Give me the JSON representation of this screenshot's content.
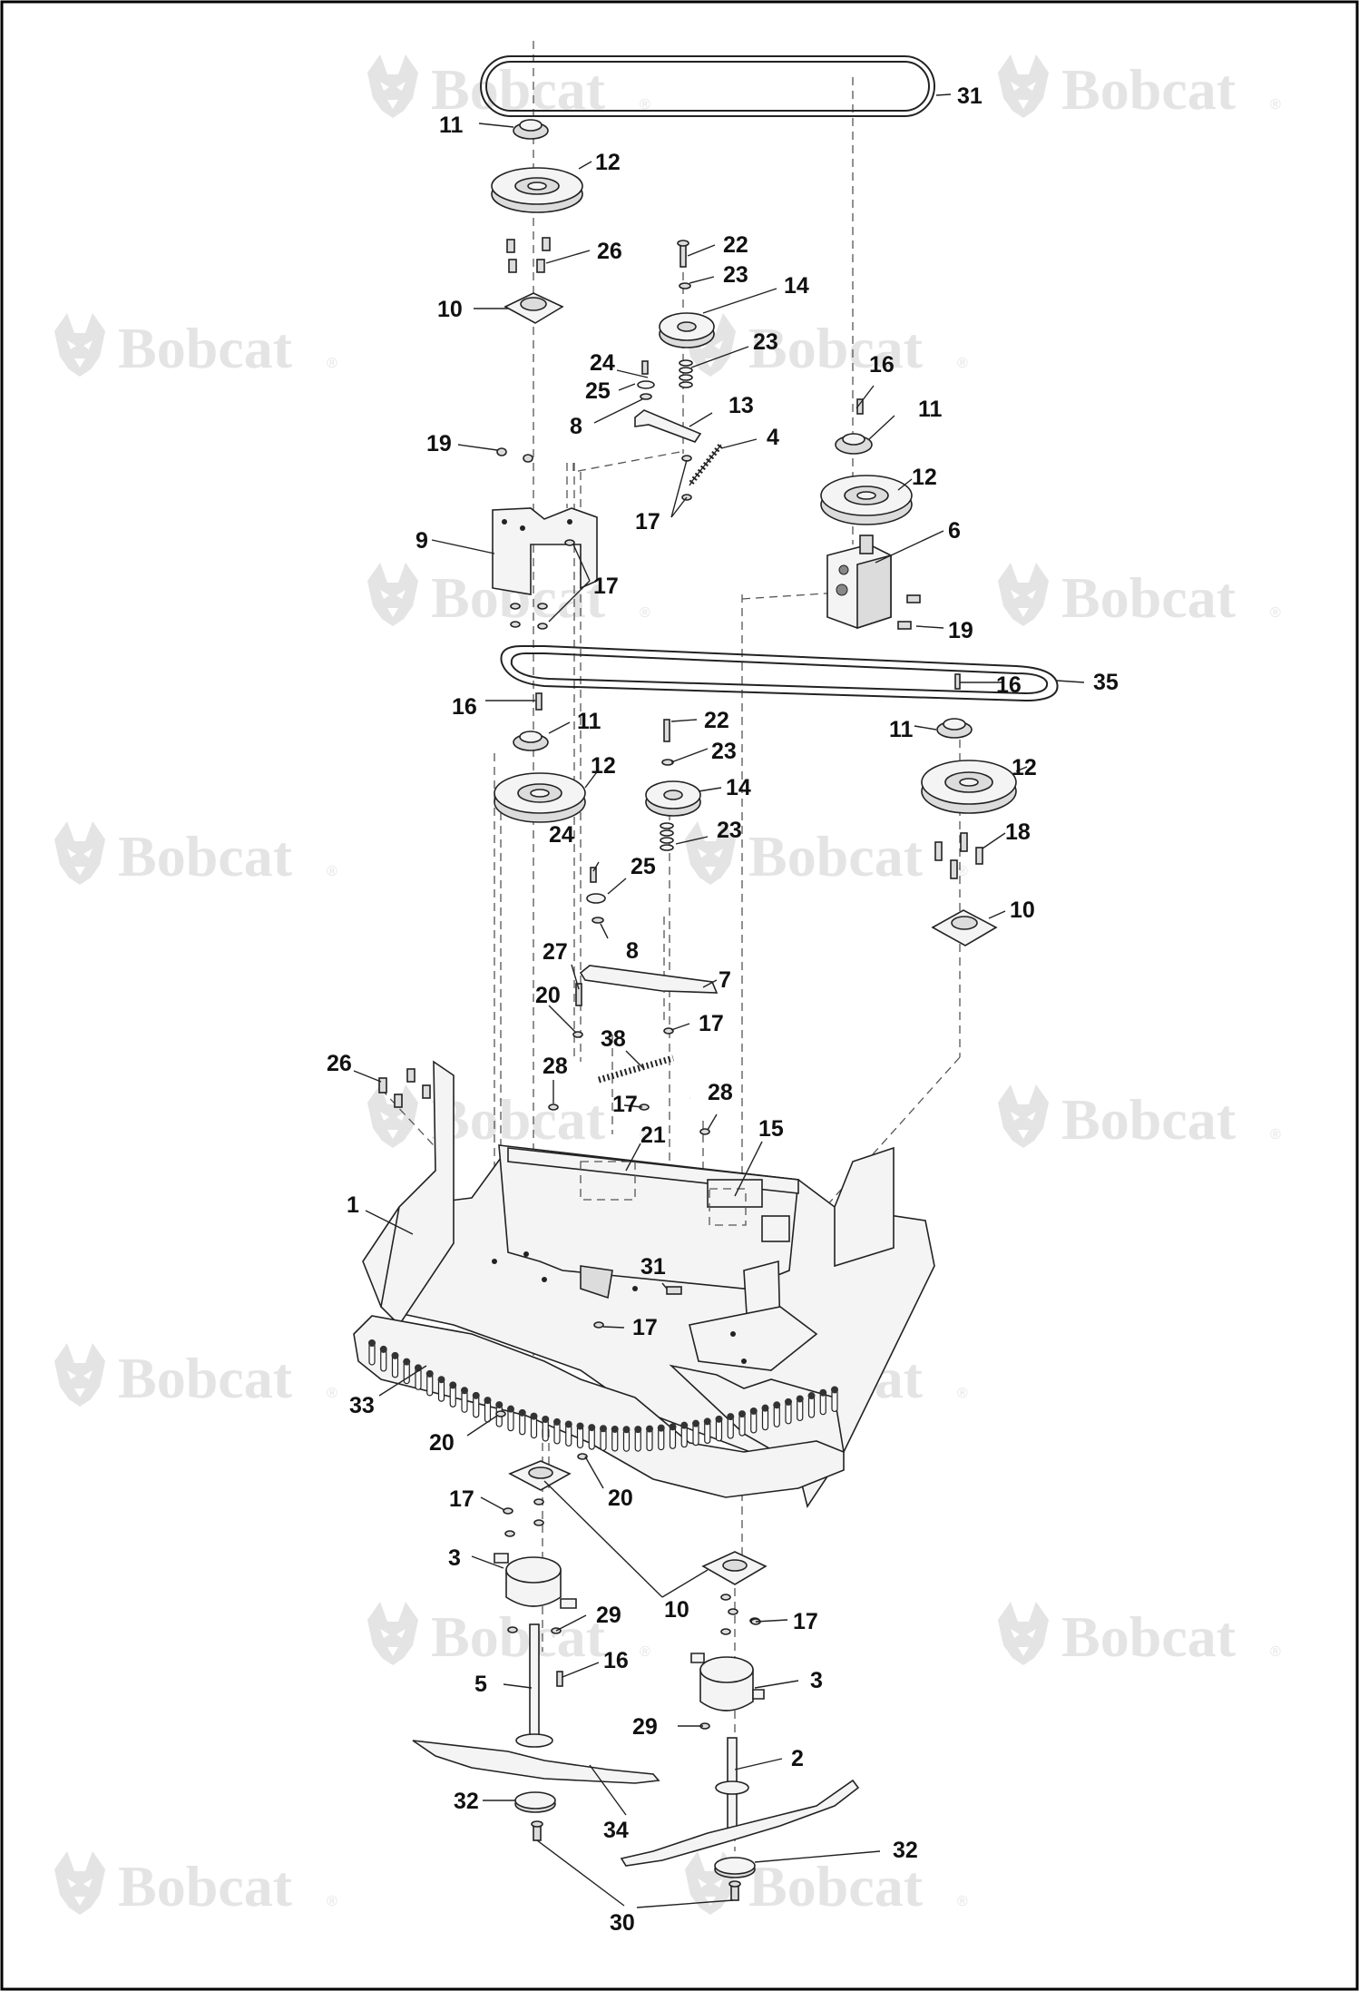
{
  "watermark": {
    "text": "Bobcat",
    "mark": "®",
    "logo_icon": "bobcat-head-icon"
  },
  "callouts": [
    {
      "id": "c31a",
      "text": "31"
    },
    {
      "id": "c11a",
      "text": "11"
    },
    {
      "id": "c12a",
      "text": "12"
    },
    {
      "id": "c26a",
      "text": "26"
    },
    {
      "id": "c10a",
      "text": "10"
    },
    {
      "id": "c22a",
      "text": "22"
    },
    {
      "id": "c23a",
      "text": "23"
    },
    {
      "id": "c14a",
      "text": "14"
    },
    {
      "id": "c23b",
      "text": "23"
    },
    {
      "id": "c24a",
      "text": "24"
    },
    {
      "id": "c25a",
      "text": "25"
    },
    {
      "id": "c13a",
      "text": "13"
    },
    {
      "id": "c8a",
      "text": "8"
    },
    {
      "id": "c4a",
      "text": "4"
    },
    {
      "id": "c19a",
      "text": "19"
    },
    {
      "id": "c17a",
      "text": "17"
    },
    {
      "id": "c16a",
      "text": "16"
    },
    {
      "id": "c11b",
      "text": "11"
    },
    {
      "id": "c12b",
      "text": "12"
    },
    {
      "id": "c9a",
      "text": "9"
    },
    {
      "id": "c17b",
      "text": "17"
    },
    {
      "id": "c6a",
      "text": "6"
    },
    {
      "id": "c19b",
      "text": "19"
    },
    {
      "id": "c35a",
      "text": "35"
    },
    {
      "id": "c16b",
      "text": "16"
    },
    {
      "id": "c16c",
      "text": "16"
    },
    {
      "id": "c11c",
      "text": "11"
    },
    {
      "id": "c22b",
      "text": "22"
    },
    {
      "id": "c23c",
      "text": "23"
    },
    {
      "id": "c11d",
      "text": "11"
    },
    {
      "id": "c12c",
      "text": "12"
    },
    {
      "id": "c14b",
      "text": "14"
    },
    {
      "id": "c12d",
      "text": "12"
    },
    {
      "id": "c24b",
      "text": "24"
    },
    {
      "id": "c23d",
      "text": "23"
    },
    {
      "id": "c18a",
      "text": "18"
    },
    {
      "id": "c25b",
      "text": "25"
    },
    {
      "id": "c10b",
      "text": "10"
    },
    {
      "id": "c8b",
      "text": "8"
    },
    {
      "id": "c27a",
      "text": "27"
    },
    {
      "id": "c7a",
      "text": "7"
    },
    {
      "id": "c20a",
      "text": "20"
    },
    {
      "id": "c17c",
      "text": "17"
    },
    {
      "id": "c38a",
      "text": "38"
    },
    {
      "id": "c26b",
      "text": "26"
    },
    {
      "id": "c28a",
      "text": "28"
    },
    {
      "id": "c17d",
      "text": "17"
    },
    {
      "id": "c28b",
      "text": "28"
    },
    {
      "id": "c21a",
      "text": "21"
    },
    {
      "id": "c15a",
      "text": "15"
    },
    {
      "id": "c1a",
      "text": "1"
    },
    {
      "id": "c31b",
      "text": "31"
    },
    {
      "id": "c17e",
      "text": "17"
    },
    {
      "id": "c33a",
      "text": "33"
    },
    {
      "id": "c20b",
      "text": "20"
    },
    {
      "id": "c20c",
      "text": "20"
    },
    {
      "id": "c17f",
      "text": "17"
    },
    {
      "id": "c3a",
      "text": "3"
    },
    {
      "id": "c10c",
      "text": "10"
    },
    {
      "id": "c17g",
      "text": "17"
    },
    {
      "id": "c29a",
      "text": "29"
    },
    {
      "id": "c16d",
      "text": "16"
    },
    {
      "id": "c5a",
      "text": "5"
    },
    {
      "id": "c3b",
      "text": "3"
    },
    {
      "id": "c29b",
      "text": "29"
    },
    {
      "id": "c2a",
      "text": "2"
    },
    {
      "id": "c32a",
      "text": "32"
    },
    {
      "id": "c34a",
      "text": "34"
    },
    {
      "id": "c32b",
      "text": "32"
    },
    {
      "id": "c30a",
      "text": "30"
    }
  ]
}
